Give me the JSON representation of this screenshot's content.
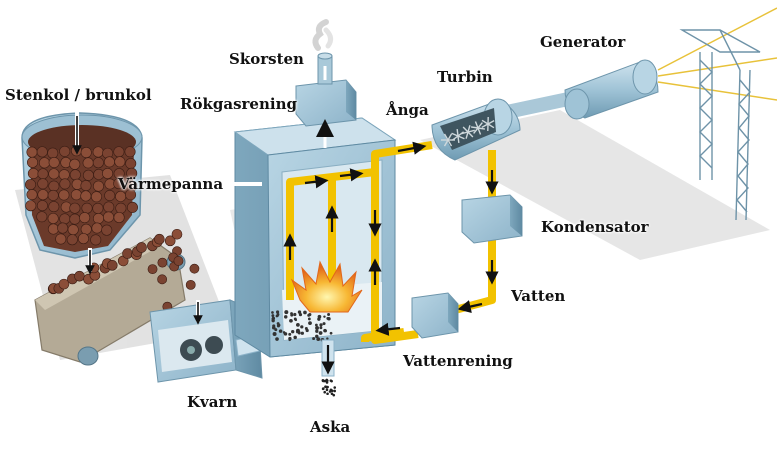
{
  "labels": {
    "stenkol": "Stenkol / brunkol",
    "skorsten": "Skorsten",
    "rokgasrening": "Rökgasrening",
    "angan": "Ånga",
    "turbin": "Turbin",
    "generator": "Generator",
    "varmepanna": "Värmepanna",
    "kondensator": "Kondensator",
    "vatten": "Vatten",
    "vattenrening": "Vattenrening",
    "kvarn": "Kvarn",
    "aska": "Aska"
  },
  "colors": {
    "equipment_blue": "#9fc3d6",
    "equipment_dark": "#6f9bb3",
    "steam_yellow": "#f2c200",
    "arrow_black": "#111111",
    "coal_brown": "#6b3a2a",
    "conveyor_gray": "#b4aa96",
    "flame_orange": "#f39a1e",
    "tower_blue": "#6e93a8",
    "power_line": "#e8c23a"
  }
}
